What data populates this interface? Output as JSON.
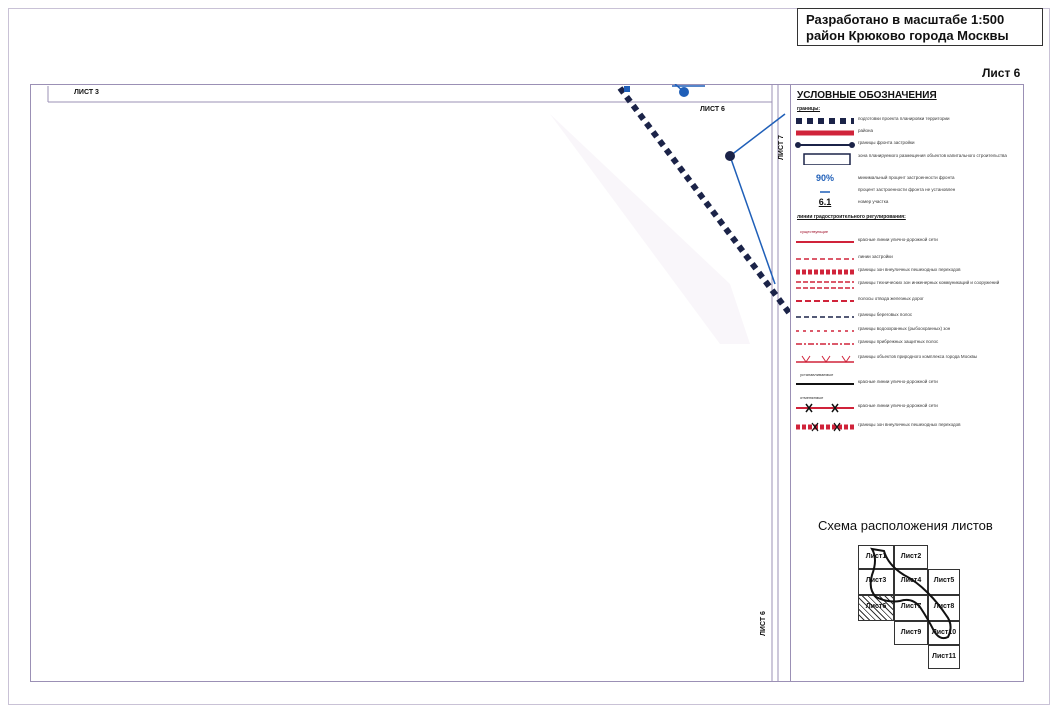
{
  "header": {
    "title_line1": "Разработано в масштабе 1:500",
    "title_line2": "район Крюково города Москвы",
    "sheet": "Лист 6"
  },
  "map": {
    "label_top_left": "ЛИСТ 3",
    "label_top_mid": "ЛИСТ 6",
    "label_right_vertical": "ЛИСТ 7",
    "label_bottom_vertical": "ЛИСТ 6"
  },
  "legend": {
    "title": "УСЛОВНЫЕ ОБОЗНАЧЕНИЯ",
    "sub_boundaries": "границы:",
    "sub_regulation": "линии градостроительного регулирования:",
    "percent_value": "90%",
    "lot_number": "6.1",
    "existing_label": "существующие",
    "established_label": "устанавливаемые",
    "cancelled_label": "отменяемые",
    "items": [
      "подготовки проекта планировки территории",
      "района",
      "границы фронта застройки",
      "зона планируемого размещения объектов капитального строительства",
      "минимальный процент застроенности фронта",
      "процент застроенности фронта не установлен",
      "номер участка",
      "красные линии улично-дорожной сети",
      "линии застройки",
      "границы зон внеуличных пешеходных переходов",
      "границы технических зон инженерных коммуникаций и сооружений",
      "полосы отвода железных дорог",
      "границы береговых полос",
      "границы водоохранных (рыбоохранных) зон",
      "границы прибрежных защитных полос",
      "границы объектов природного комплекса города Москвы",
      "красные линии улично-дорожной сети",
      "красные линии улично-дорожной сети",
      "границы зон внеуличных пешеходных переходов"
    ]
  },
  "scheme": {
    "title": "Схема расположения листов",
    "sheets": [
      "Лист1",
      "Лист2",
      "Лист3",
      "Лист4",
      "Лист5",
      "Лист6",
      "Лист7",
      "Лист8",
      "Лист9",
      "Лист10",
      "Лист11"
    ]
  },
  "colors": {
    "red": "#d0233a",
    "navy": "#1b2348",
    "blue": "#1f5fb8",
    "frame": "#9b90b5"
  }
}
